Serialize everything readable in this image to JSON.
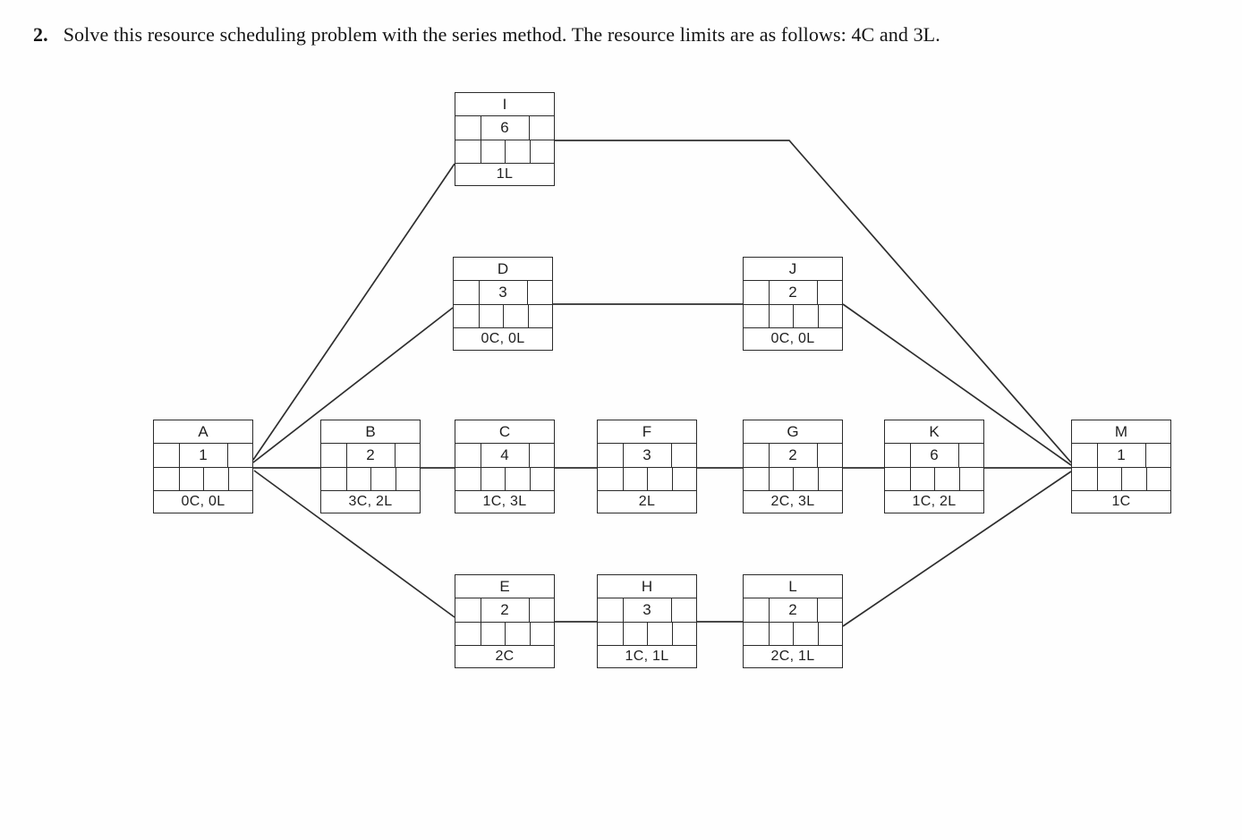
{
  "title": {
    "number": "2.",
    "text": "Solve this resource scheduling problem with the series method. The resource limits are as follows: 4C and 3L."
  },
  "resource_limits": "4C and 3L",
  "nodes": {
    "I": {
      "name": "I",
      "duration": "6",
      "resources": "1L"
    },
    "D": {
      "name": "D",
      "duration": "3",
      "resources": "0C, 0L"
    },
    "J": {
      "name": "J",
      "duration": "2",
      "resources": "0C, 0L"
    },
    "A": {
      "name": "A",
      "duration": "1",
      "resources": "0C, 0L"
    },
    "B": {
      "name": "B",
      "duration": "2",
      "resources": "3C, 2L"
    },
    "C": {
      "name": "C",
      "duration": "4",
      "resources": "1C, 3L"
    },
    "F": {
      "name": "F",
      "duration": "3",
      "resources": "2L"
    },
    "G": {
      "name": "G",
      "duration": "2",
      "resources": "2C, 3L"
    },
    "K": {
      "name": "K",
      "duration": "6",
      "resources": "1C, 2L"
    },
    "M": {
      "name": "M",
      "duration": "1",
      "resources": "1C"
    },
    "E": {
      "name": "E",
      "duration": "2",
      "resources": "2C"
    },
    "H": {
      "name": "H",
      "duration": "3",
      "resources": "1C, 1L"
    },
    "L": {
      "name": "L",
      "duration": "2",
      "resources": "2C, 1L"
    }
  },
  "edges": [
    {
      "from": "A",
      "to": "I"
    },
    {
      "from": "A",
      "to": "D"
    },
    {
      "from": "A",
      "to": "B"
    },
    {
      "from": "A",
      "to": "E"
    },
    {
      "from": "B",
      "to": "C"
    },
    {
      "from": "C",
      "to": "F"
    },
    {
      "from": "F",
      "to": "G"
    },
    {
      "from": "G",
      "to": "K"
    },
    {
      "from": "K",
      "to": "M"
    },
    {
      "from": "D",
      "to": "J"
    },
    {
      "from": "J",
      "to": "M"
    },
    {
      "from": "I",
      "to": "M"
    },
    {
      "from": "E",
      "to": "H"
    },
    {
      "from": "H",
      "to": "L"
    },
    {
      "from": "L",
      "to": "M"
    }
  ],
  "colors": {
    "line": "#2e2e2e",
    "text": "#1f1f1f",
    "background": "#ffffff"
  }
}
